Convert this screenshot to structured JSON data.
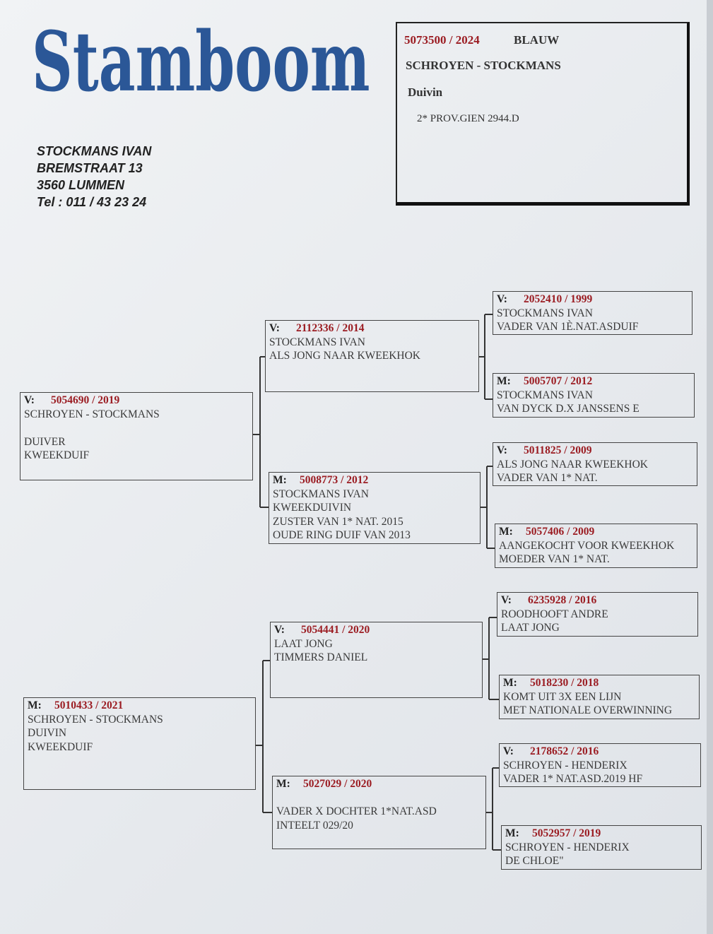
{
  "logo_text": "Stamboom",
  "owner": {
    "name": "STOCKMANS IVAN",
    "street": "BREMSTRAAT 13",
    "city": "3560 LUMMEN",
    "phone": "Tel : 011 / 43 23 24"
  },
  "subject": {
    "ring": "5073500 / 2024",
    "color": "BLAUW",
    "name": "SCHROYEN - STOCKMANS",
    "sex": "Duivin",
    "result": "2* PROV.GIEN 2944.D"
  },
  "colors": {
    "ring": "#9b1c22",
    "logo": "#2b5797"
  },
  "pedigree": [
    {
      "id": "v",
      "label": "V:",
      "ring": "5054690 / 2019",
      "lines": [
        {
          "t": "SCHROYEN - STOCKMANS"
        },
        {
          "t": "DUIVER",
          "gap": true
        },
        {
          "t": "KWEEKDUIF"
        }
      ]
    },
    {
      "id": "m",
      "label": "M:",
      "ring": "5010433 / 2021",
      "lines": [
        {
          "t": "SCHROYEN - STOCKMANS"
        },
        {
          "t": "DUIVIN"
        },
        {
          "t": "KWEEKDUIF"
        }
      ]
    },
    {
      "id": "vv",
      "label": "V:",
      "ring": "2112336 / 2014",
      "lines": [
        {
          "t": "STOCKMANS IVAN"
        },
        {
          "t": "ALS JONG NAAR KWEEKHOK"
        }
      ]
    },
    {
      "id": "vm",
      "label": "M:",
      "ring": "5008773 / 2012",
      "lines": [
        {
          "t": "STOCKMANS IVAN"
        },
        {
          "t": "KWEEKDUIVIN"
        },
        {
          "t": "ZUSTER VAN 1* NAT. 2015"
        },
        {
          "t": "OUDE RING DUIF VAN 2013"
        }
      ]
    },
    {
      "id": "mv",
      "label": "V:",
      "ring": "5054441 / 2020",
      "lines": [
        {
          "t": "LAAT JONG"
        },
        {
          "t": "TIMMERS DANIEL"
        }
      ]
    },
    {
      "id": "mm",
      "label": "M:",
      "ring": "5027029 / 2020",
      "lines": [
        {
          "t": "VADER X DOCHTER 1*NAT.ASD",
          "gap": true
        },
        {
          "t": "INTEELT 029/20"
        }
      ]
    },
    {
      "id": "vvv",
      "label": "V:",
      "ring": "2052410 / 1999",
      "lines": [
        {
          "t": "STOCKMANS IVAN"
        },
        {
          "t": "VADER VAN 1È.NAT.ASDUIF"
        }
      ]
    },
    {
      "id": "vvm",
      "label": "M:",
      "ring": "5005707 / 2012",
      "lines": [
        {
          "t": "STOCKMANS IVAN"
        },
        {
          "t": "VAN DYCK D.X JANSSENS E"
        }
      ]
    },
    {
      "id": "vmv",
      "label": "V:",
      "ring": "5011825 / 2009",
      "lines": [
        {
          "t": "ALS JONG NAAR KWEEKHOK"
        },
        {
          "t": "VADER VAN 1* NAT."
        }
      ]
    },
    {
      "id": "vmm",
      "label": "M:",
      "ring": "5057406 / 2009",
      "lines": [
        {
          "t": "AANGEKOCHT VOOR KWEEKHOK"
        },
        {
          "t": "MOEDER VAN 1* NAT."
        }
      ]
    },
    {
      "id": "mvv",
      "label": "V:",
      "ring": "6235928 / 2016",
      "lines": [
        {
          "t": "ROODHOOFT ANDRE"
        },
        {
          "t": "LAAT JONG"
        }
      ]
    },
    {
      "id": "mvm",
      "label": "M:",
      "ring": "5018230 / 2018",
      "lines": [
        {
          "t": "KOMT UIT 3X EEN LIJN"
        },
        {
          "t": "MET NATIONALE OVERWINNING"
        }
      ]
    },
    {
      "id": "mmv",
      "label": "V:",
      "ring": "2178652 / 2016",
      "lines": [
        {
          "t": "SCHROYEN - HENDERIX"
        },
        {
          "t": "VADER 1* NAT.ASD.2019 HF"
        }
      ]
    },
    {
      "id": "mmm",
      "label": "M:",
      "ring": "5052957 / 2019",
      "lines": [
        {
          "t": "SCHROYEN - HENDERIX"
        },
        {
          "t": "DE CHLOE\""
        }
      ]
    }
  ]
}
